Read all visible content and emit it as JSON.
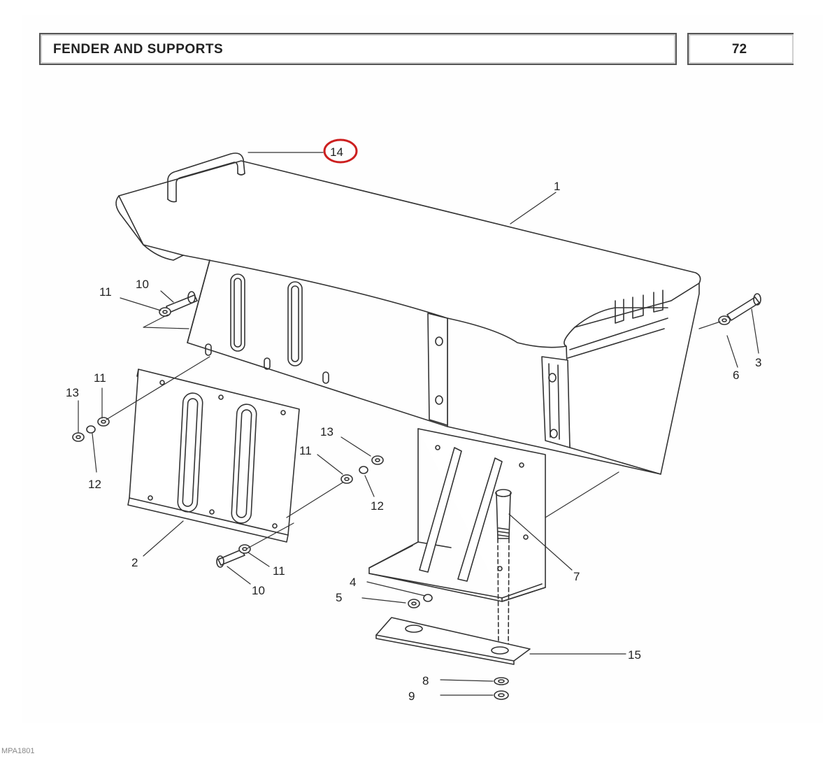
{
  "header": {
    "title": "FENDER AND SUPPORTS",
    "page_number": "72"
  },
  "footer": {
    "drawing_code": "MPA1801"
  },
  "callouts": {
    "c1": "1",
    "c2": "2",
    "c3": "3",
    "c4": "4",
    "c5": "5",
    "c6": "6",
    "c7": "7",
    "c8": "8",
    "c9": "9",
    "c10a": "10",
    "c10b": "10",
    "c11a": "11",
    "c11b": "11",
    "c11c": "11",
    "c11d": "11",
    "c12a": "12",
    "c12b": "12",
    "c13a": "13",
    "c13b": "13",
    "c14": "14",
    "c15": "15"
  },
  "highlight": {
    "part": "14",
    "color": "#cc1f1f"
  },
  "colors": {
    "line": "#333333",
    "border": "#555555",
    "background": "#ffffff"
  }
}
